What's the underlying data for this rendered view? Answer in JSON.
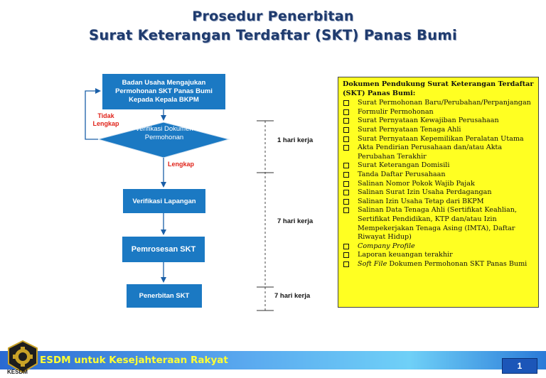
{
  "title": {
    "line1": "Prosedur Penerbitan",
    "line2": "Surat Keterangan Terdaftar (SKT) Panas Bumi"
  },
  "flow": {
    "apply": "Badan Usaha Mengajukan Permohonan  SKT  Panas Bumi Kepada Kepala BKPM",
    "verify_docs": "Verifikasi Dokumen Permohonan",
    "incomplete": "Tidak Lengkap",
    "complete": "Lengkap",
    "field_verification": "Verifikasi Lapangan",
    "processing": "Pemrosesan SKT",
    "issuance": "Penerbitan SKT"
  },
  "durations": {
    "d1": "1 hari kerja",
    "d2": "7 hari kerja",
    "d3": "7 hari kerja"
  },
  "documents": {
    "header": "Dokumen Pendukung Surat Keterangan Terdaftar (SKT) Panas Bumi:",
    "items": [
      {
        "text": "Surat Permohonan Baru/Perubahan/Perpanjangan",
        "italic": false
      },
      {
        "text": "Formulir Permohonan",
        "italic": false
      },
      {
        "text": "Surat Pernyataan Kewajiban Perusahaan",
        "italic": false
      },
      {
        "text": "Surat Pernyataan Tenaga Ahli",
        "italic": false
      },
      {
        "text": "Surat Pernyataan Kepemilikan Peralatan Utama",
        "italic": false
      },
      {
        "text": "Akta Pendirian Perusahaan dan/atau Akta Perubahan Terakhir",
        "italic": false
      },
      {
        "text": "Surat Keterangan Domisili",
        "italic": false
      },
      {
        "text": "Tanda Daftar Perusahaan",
        "italic": false
      },
      {
        "text": "Salinan Nomor Pokok Wajib Pajak",
        "italic": false
      },
      {
        "text": "Salinan Surat Izin Usaha Perdagangan",
        "italic": false
      },
      {
        "text": "Salinan Izin Usaha Tetap dari BKPM",
        "italic": false
      },
      {
        "text": "Salinan Data Tenaga Ahli (Sertifikat Keahlian, Sertifikat Pendidikan, KTP dan/atau Izin Mempekerjakan Tenaga Asing (IMTA), Daftar Riwayat Hidup)",
        "italic": false
      },
      {
        "text": "Company Profile",
        "italic": true
      },
      {
        "text": "Laporan keuangan terakhir",
        "italic": false
      },
      {
        "italic_part": "Soft File",
        "text": " Dokumen Permohonan SKT Panas Bumi",
        "italic": false
      }
    ]
  },
  "footer": {
    "slogan": "ESDM untuk Kesejahteraan Rakyat",
    "page": "1",
    "logo_text": "KESDM"
  },
  "colors": {
    "box_blue": "#1b79c3",
    "doc_yellow": "#ffff22",
    "red_label": "#e0231a"
  }
}
